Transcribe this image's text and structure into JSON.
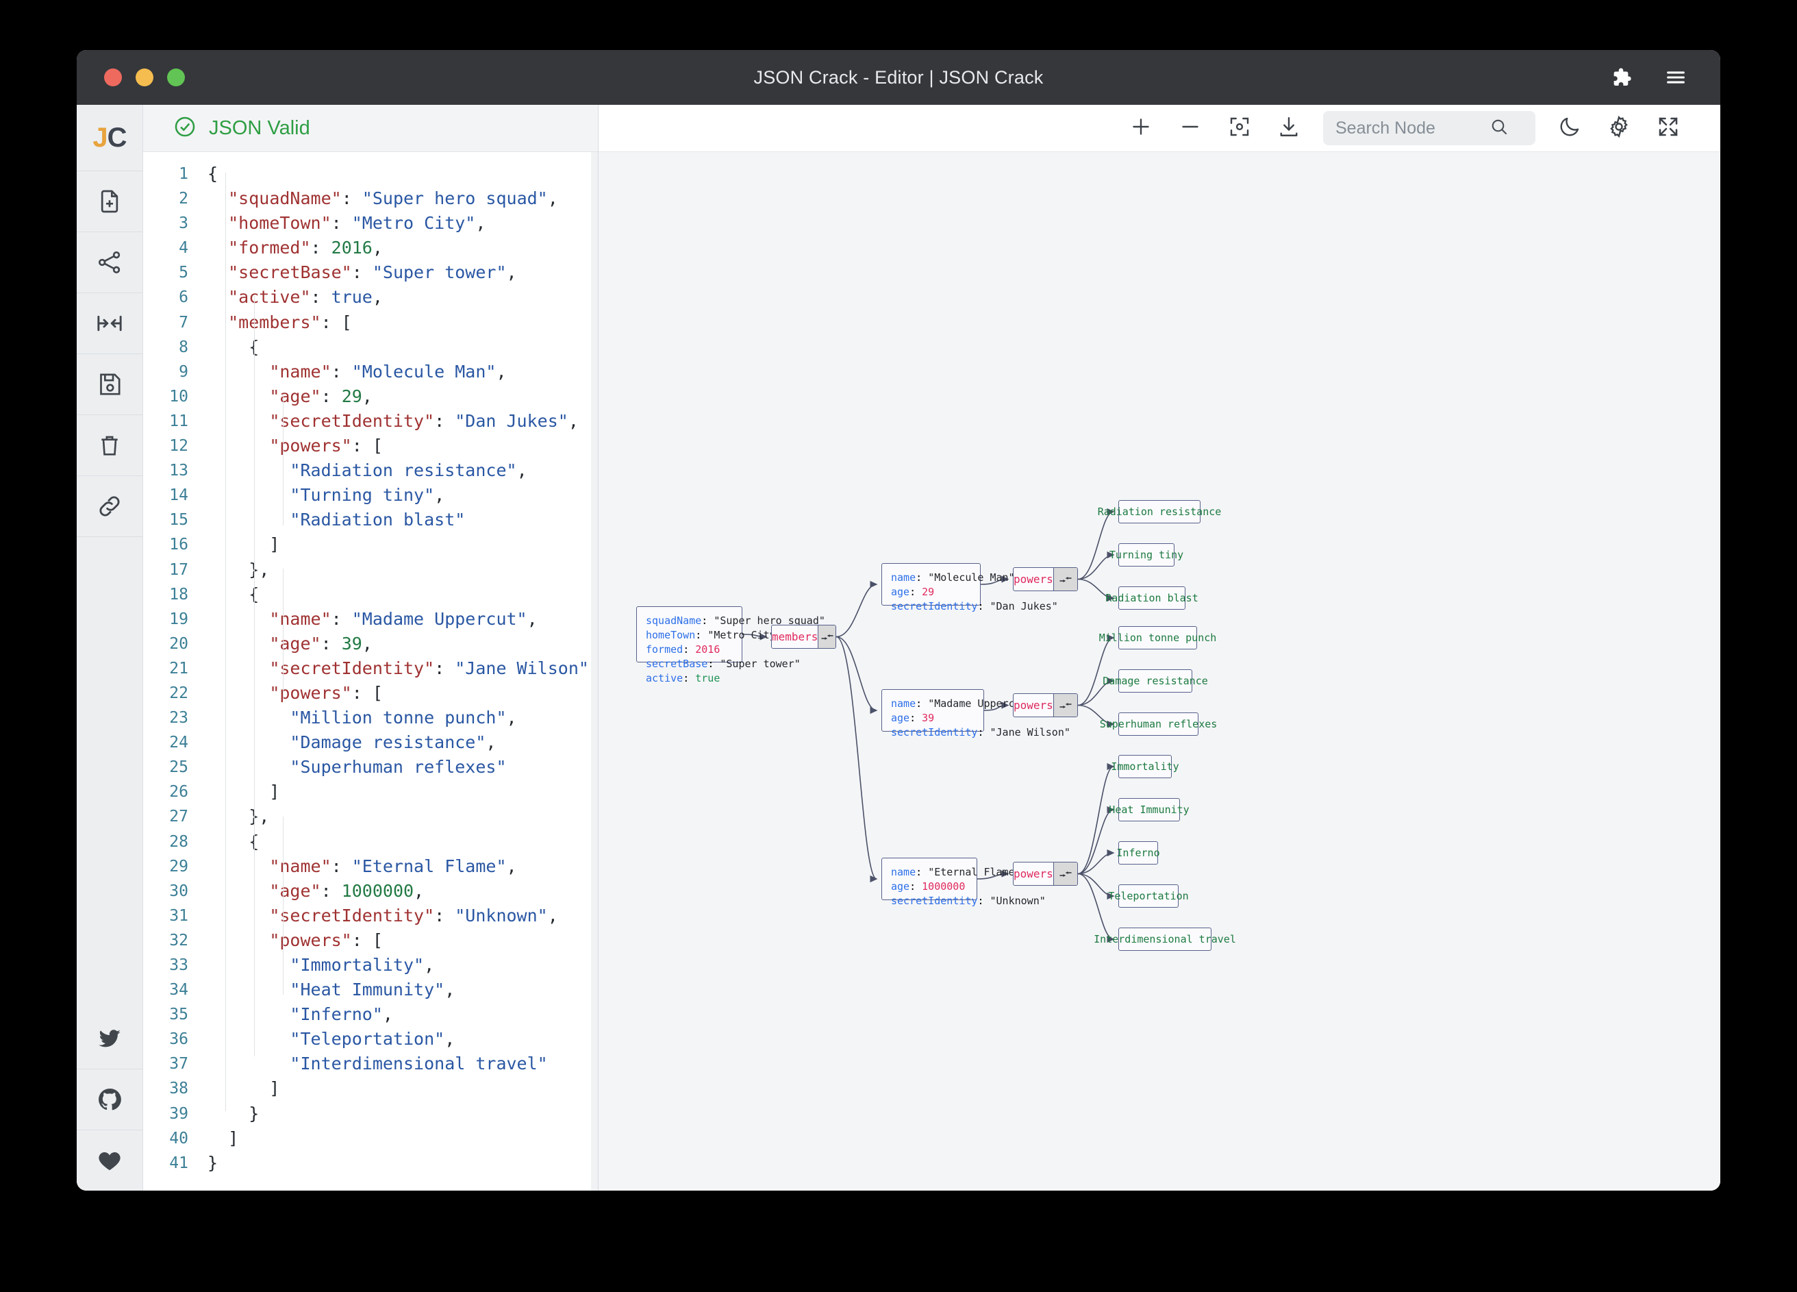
{
  "window": {
    "title": "JSON Crack - Editor | JSON Crack",
    "traffic": [
      "close-red",
      "minimize-yellow",
      "zoom-green"
    ],
    "right_icons": [
      "puzzle-extension-icon",
      "hamburger-menu-icon"
    ]
  },
  "rail": {
    "logo": {
      "j": "J",
      "c": "C"
    },
    "items": [
      {
        "name": "new-document-icon",
        "label": "New document"
      },
      {
        "name": "share-nodes-icon",
        "label": "Share"
      },
      {
        "name": "collapse-expand-icon",
        "label": "Collapse"
      },
      {
        "name": "save-floppy-icon",
        "label": "Save"
      },
      {
        "name": "delete-trash-icon",
        "label": "Delete"
      },
      {
        "name": "link-chain-icon",
        "label": "Link"
      }
    ],
    "social": [
      {
        "name": "twitter-icon",
        "label": "Twitter"
      },
      {
        "name": "github-icon",
        "label": "GitHub"
      },
      {
        "name": "heart-icon",
        "label": "Sponsor"
      }
    ]
  },
  "editor": {
    "status": "JSON Valid",
    "status_icon": "check-circle-icon",
    "status_color": "#2f9e44",
    "first_line": 1,
    "last_line": 41,
    "lines": [
      {
        "n": 1,
        "tokens": [
          {
            "t": "p",
            "v": "{"
          }
        ]
      },
      {
        "n": 2,
        "tokens": [
          {
            "t": "p",
            "v": "  "
          },
          {
            "t": "k",
            "v": "\"squadName\""
          },
          {
            "t": "p",
            "v": ": "
          },
          {
            "t": "s",
            "v": "\"Super hero squad\""
          },
          {
            "t": "p",
            "v": ","
          }
        ]
      },
      {
        "n": 3,
        "tokens": [
          {
            "t": "p",
            "v": "  "
          },
          {
            "t": "k",
            "v": "\"homeTown\""
          },
          {
            "t": "p",
            "v": ": "
          },
          {
            "t": "s",
            "v": "\"Metro City\""
          },
          {
            "t": "p",
            "v": ","
          }
        ]
      },
      {
        "n": 4,
        "tokens": [
          {
            "t": "p",
            "v": "  "
          },
          {
            "t": "k",
            "v": "\"formed\""
          },
          {
            "t": "p",
            "v": ": "
          },
          {
            "t": "n",
            "v": "2016"
          },
          {
            "t": "p",
            "v": ","
          }
        ]
      },
      {
        "n": 5,
        "tokens": [
          {
            "t": "p",
            "v": "  "
          },
          {
            "t": "k",
            "v": "\"secretBase\""
          },
          {
            "t": "p",
            "v": ": "
          },
          {
            "t": "s",
            "v": "\"Super tower\""
          },
          {
            "t": "p",
            "v": ","
          }
        ]
      },
      {
        "n": 6,
        "tokens": [
          {
            "t": "p",
            "v": "  "
          },
          {
            "t": "k",
            "v": "\"active\""
          },
          {
            "t": "p",
            "v": ": "
          },
          {
            "t": "b",
            "v": "true"
          },
          {
            "t": "p",
            "v": ","
          }
        ]
      },
      {
        "n": 7,
        "tokens": [
          {
            "t": "p",
            "v": "  "
          },
          {
            "t": "k",
            "v": "\"members\""
          },
          {
            "t": "p",
            "v": ": ["
          }
        ]
      },
      {
        "n": 8,
        "tokens": [
          {
            "t": "p",
            "v": "    {"
          }
        ]
      },
      {
        "n": 9,
        "tokens": [
          {
            "t": "p",
            "v": "      "
          },
          {
            "t": "k",
            "v": "\"name\""
          },
          {
            "t": "p",
            "v": ": "
          },
          {
            "t": "s",
            "v": "\"Molecule Man\""
          },
          {
            "t": "p",
            "v": ","
          }
        ]
      },
      {
        "n": 10,
        "tokens": [
          {
            "t": "p",
            "v": "      "
          },
          {
            "t": "k",
            "v": "\"age\""
          },
          {
            "t": "p",
            "v": ": "
          },
          {
            "t": "n",
            "v": "29"
          },
          {
            "t": "p",
            "v": ","
          }
        ]
      },
      {
        "n": 11,
        "tokens": [
          {
            "t": "p",
            "v": "      "
          },
          {
            "t": "k",
            "v": "\"secretIdentity\""
          },
          {
            "t": "p",
            "v": ": "
          },
          {
            "t": "s",
            "v": "\"Dan Jukes\""
          },
          {
            "t": "p",
            "v": ","
          }
        ]
      },
      {
        "n": 12,
        "tokens": [
          {
            "t": "p",
            "v": "      "
          },
          {
            "t": "k",
            "v": "\"powers\""
          },
          {
            "t": "p",
            "v": ": ["
          }
        ]
      },
      {
        "n": 13,
        "tokens": [
          {
            "t": "p",
            "v": "        "
          },
          {
            "t": "s",
            "v": "\"Radiation resistance\""
          },
          {
            "t": "p",
            "v": ","
          }
        ]
      },
      {
        "n": 14,
        "tokens": [
          {
            "t": "p",
            "v": "        "
          },
          {
            "t": "s",
            "v": "\"Turning tiny\""
          },
          {
            "t": "p",
            "v": ","
          }
        ]
      },
      {
        "n": 15,
        "tokens": [
          {
            "t": "p",
            "v": "        "
          },
          {
            "t": "s",
            "v": "\"Radiation blast\""
          }
        ]
      },
      {
        "n": 16,
        "tokens": [
          {
            "t": "p",
            "v": "      ]"
          }
        ]
      },
      {
        "n": 17,
        "tokens": [
          {
            "t": "p",
            "v": "    },"
          }
        ]
      },
      {
        "n": 18,
        "tokens": [
          {
            "t": "p",
            "v": "    {"
          }
        ]
      },
      {
        "n": 19,
        "tokens": [
          {
            "t": "p",
            "v": "      "
          },
          {
            "t": "k",
            "v": "\"name\""
          },
          {
            "t": "p",
            "v": ": "
          },
          {
            "t": "s",
            "v": "\"Madame Uppercut\""
          },
          {
            "t": "p",
            "v": ","
          }
        ]
      },
      {
        "n": 20,
        "tokens": [
          {
            "t": "p",
            "v": "      "
          },
          {
            "t": "k",
            "v": "\"age\""
          },
          {
            "t": "p",
            "v": ": "
          },
          {
            "t": "n",
            "v": "39"
          },
          {
            "t": "p",
            "v": ","
          }
        ]
      },
      {
        "n": 21,
        "tokens": [
          {
            "t": "p",
            "v": "      "
          },
          {
            "t": "k",
            "v": "\"secretIdentity\""
          },
          {
            "t": "p",
            "v": ": "
          },
          {
            "t": "s",
            "v": "\"Jane Wilson\""
          }
        ]
      },
      {
        "n": 22,
        "tokens": [
          {
            "t": "p",
            "v": "      "
          },
          {
            "t": "k",
            "v": "\"powers\""
          },
          {
            "t": "p",
            "v": ": ["
          }
        ]
      },
      {
        "n": 23,
        "tokens": [
          {
            "t": "p",
            "v": "        "
          },
          {
            "t": "s",
            "v": "\"Million tonne punch\""
          },
          {
            "t": "p",
            "v": ","
          }
        ]
      },
      {
        "n": 24,
        "tokens": [
          {
            "t": "p",
            "v": "        "
          },
          {
            "t": "s",
            "v": "\"Damage resistance\""
          },
          {
            "t": "p",
            "v": ","
          }
        ]
      },
      {
        "n": 25,
        "tokens": [
          {
            "t": "p",
            "v": "        "
          },
          {
            "t": "s",
            "v": "\"Superhuman reflexes\""
          }
        ]
      },
      {
        "n": 26,
        "tokens": [
          {
            "t": "p",
            "v": "      ]"
          }
        ]
      },
      {
        "n": 27,
        "tokens": [
          {
            "t": "p",
            "v": "    },"
          }
        ]
      },
      {
        "n": 28,
        "tokens": [
          {
            "t": "p",
            "v": "    {"
          }
        ]
      },
      {
        "n": 29,
        "tokens": [
          {
            "t": "p",
            "v": "      "
          },
          {
            "t": "k",
            "v": "\"name\""
          },
          {
            "t": "p",
            "v": ": "
          },
          {
            "t": "s",
            "v": "\"Eternal Flame\""
          },
          {
            "t": "p",
            "v": ","
          }
        ]
      },
      {
        "n": 30,
        "tokens": [
          {
            "t": "p",
            "v": "      "
          },
          {
            "t": "k",
            "v": "\"age\""
          },
          {
            "t": "p",
            "v": ": "
          },
          {
            "t": "n",
            "v": "1000000"
          },
          {
            "t": "p",
            "v": ","
          }
        ]
      },
      {
        "n": 31,
        "tokens": [
          {
            "t": "p",
            "v": "      "
          },
          {
            "t": "k",
            "v": "\"secretIdentity\""
          },
          {
            "t": "p",
            "v": ": "
          },
          {
            "t": "s",
            "v": "\"Unknown\""
          },
          {
            "t": "p",
            "v": ","
          }
        ]
      },
      {
        "n": 32,
        "tokens": [
          {
            "t": "p",
            "v": "      "
          },
          {
            "t": "k",
            "v": "\"powers\""
          },
          {
            "t": "p",
            "v": ": ["
          }
        ]
      },
      {
        "n": 33,
        "tokens": [
          {
            "t": "p",
            "v": "        "
          },
          {
            "t": "s",
            "v": "\"Immortality\""
          },
          {
            "t": "p",
            "v": ","
          }
        ]
      },
      {
        "n": 34,
        "tokens": [
          {
            "t": "p",
            "v": "        "
          },
          {
            "t": "s",
            "v": "\"Heat Immunity\""
          },
          {
            "t": "p",
            "v": ","
          }
        ]
      },
      {
        "n": 35,
        "tokens": [
          {
            "t": "p",
            "v": "        "
          },
          {
            "t": "s",
            "v": "\"Inferno\""
          },
          {
            "t": "p",
            "v": ","
          }
        ]
      },
      {
        "n": 36,
        "tokens": [
          {
            "t": "p",
            "v": "        "
          },
          {
            "t": "s",
            "v": "\"Teleportation\""
          },
          {
            "t": "p",
            "v": ","
          }
        ]
      },
      {
        "n": 37,
        "tokens": [
          {
            "t": "p",
            "v": "        "
          },
          {
            "t": "s",
            "v": "\"Interdimensional travel\""
          }
        ]
      },
      {
        "n": 38,
        "tokens": [
          {
            "t": "p",
            "v": "      ]"
          }
        ]
      },
      {
        "n": 39,
        "tokens": [
          {
            "t": "p",
            "v": "    }"
          }
        ]
      },
      {
        "n": 40,
        "tokens": [
          {
            "t": "p",
            "v": "  ]"
          }
        ]
      },
      {
        "n": 41,
        "tokens": [
          {
            "t": "p",
            "v": "}"
          }
        ]
      }
    ]
  },
  "toolbar": {
    "buttons": [
      {
        "name": "zoom-in-icon",
        "label": "+"
      },
      {
        "name": "zoom-out-icon",
        "label": "−"
      },
      {
        "name": "center-view-icon",
        "label": "Center"
      },
      {
        "name": "download-icon",
        "label": "Download"
      }
    ],
    "search": {
      "placeholder": "Search Node",
      "value": "",
      "icon": "search-icon"
    },
    "right_buttons": [
      {
        "name": "dark-mode-moon-icon",
        "label": "Dark mode"
      },
      {
        "name": "settings-gear-icon",
        "label": "Settings"
      },
      {
        "name": "fullscreen-icon",
        "label": "Fullscreen"
      }
    ]
  },
  "graph": {
    "root": {
      "rows": [
        {
          "key": "squadName",
          "value": "\"Super hero squad\"",
          "type": "string"
        },
        {
          "key": "homeTown",
          "value": "\"Metro City\"",
          "type": "string"
        },
        {
          "key": "formed",
          "value": "2016",
          "type": "number"
        },
        {
          "key": "secretBase",
          "value": "\"Super tower\"",
          "type": "string"
        },
        {
          "key": "active",
          "value": "true",
          "type": "boolean"
        }
      ]
    },
    "members_node": {
      "label": "members",
      "button_icon": "collapse-arrows-icon"
    },
    "members": [
      {
        "rows": [
          {
            "key": "name",
            "value": "\"Molecule Man\"",
            "type": "string"
          },
          {
            "key": "age",
            "value": "29",
            "type": "number"
          },
          {
            "key": "secretIdentity",
            "value": "\"Dan Jukes\"",
            "type": "string"
          }
        ],
        "powers_label": "powers",
        "powers": [
          "Radiation resistance",
          "Turning tiny",
          "Radiation blast"
        ]
      },
      {
        "rows": [
          {
            "key": "name",
            "value": "\"Madame Uppercut\"",
            "type": "string"
          },
          {
            "key": "age",
            "value": "39",
            "type": "number"
          },
          {
            "key": "secretIdentity",
            "value": "\"Jane Wilson\"",
            "type": "string"
          }
        ],
        "powers_label": "powers",
        "powers": [
          "Million tonne punch",
          "Damage resistance",
          "Superhuman reflexes"
        ]
      },
      {
        "rows": [
          {
            "key": "name",
            "value": "\"Eternal Flame\"",
            "type": "string"
          },
          {
            "key": "age",
            "value": "1000000",
            "type": "number"
          },
          {
            "key": "secretIdentity",
            "value": "\"Unknown\"",
            "type": "string"
          }
        ],
        "powers_label": "powers",
        "powers": [
          "Immortality",
          "Heat Immunity",
          "Inferno",
          "Teleportation",
          "Interdimensional travel"
        ]
      }
    ]
  },
  "colors": {
    "titlebar": "#35373b",
    "valid_green": "#2f9e44",
    "node_border": "#56608a",
    "node_key": "#2d6fe8",
    "node_number": "#e0295e",
    "node_leaf_text": "#1c7a40",
    "logo_amber": "#e8a33d"
  }
}
